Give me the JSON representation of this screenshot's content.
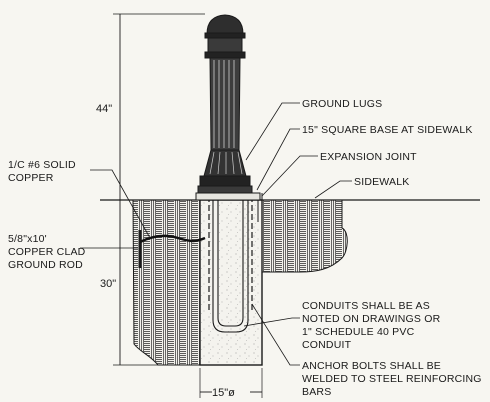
{
  "dimensions": {
    "height_above_grade": "44\"",
    "depth_below_grade": "30\"",
    "footing_diameter": "15\"ø"
  },
  "labels": {
    "ground_lugs": "GROUND LUGS",
    "square_base": "15\" SQUARE BASE AT SIDEWALK",
    "expansion_joint": "EXPANSION JOINT",
    "sidewalk": "SIDEWALK",
    "copper_wire_line1": "1/C #6 SOLID",
    "copper_wire_line2": "COPPER",
    "ground_rod_line1": "5/8\"x10'",
    "ground_rod_line2": "COPPER CLAD",
    "ground_rod_line3": "GROUND ROD",
    "conduit_line1": "CONDUITS SHALL BE AS",
    "conduit_line2": "NOTED ON DRAWINGS OR",
    "conduit_line3": "1\" SCHEDULE 40 PVC",
    "conduit_line4": "CONDUIT",
    "anchor_line1": "ANCHOR BOLTS SHALL BE",
    "anchor_line2": "WELDED TO STEEL REINFORCING",
    "anchor_line3": "BARS"
  }
}
